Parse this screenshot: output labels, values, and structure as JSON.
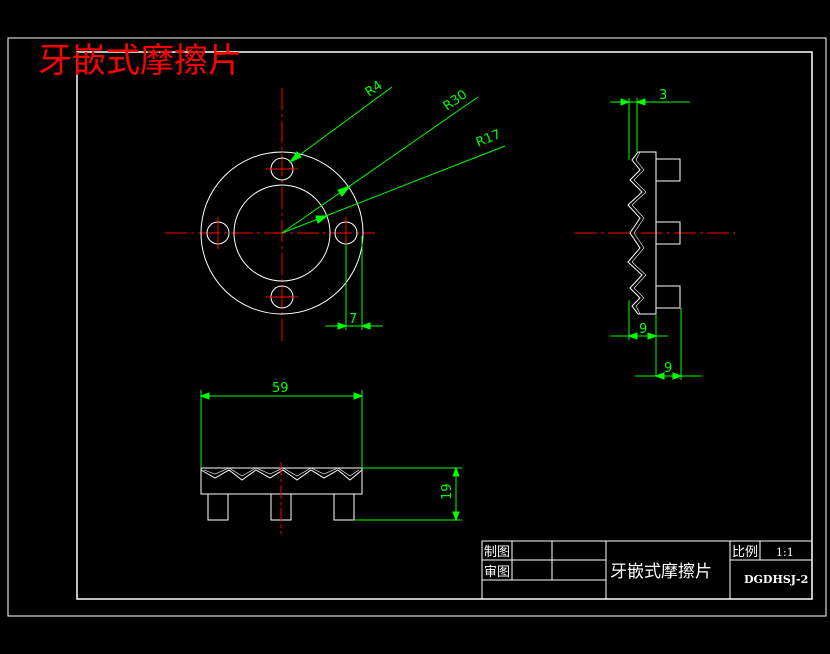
{
  "title": "牙嵌式摩擦片",
  "dimensions": {
    "r4": "R4",
    "r30": "R30",
    "r17": "R17",
    "d7": "7",
    "d3": "3",
    "d9a": "9",
    "d9b": "9",
    "d59": "59",
    "d19": "19"
  },
  "title_block": {
    "drawn_label": "制图",
    "checked_label": "审图",
    "part_name": "牙嵌式摩擦片",
    "scale_label": "比例",
    "scale_value": "1:1",
    "drawing_number": "DGDHSJ-2"
  },
  "colors": {
    "background": "#000000",
    "outline": "#ffffff",
    "centerline": "#ff0000",
    "dimension": "#00ff00",
    "title": "#ff0000"
  }
}
